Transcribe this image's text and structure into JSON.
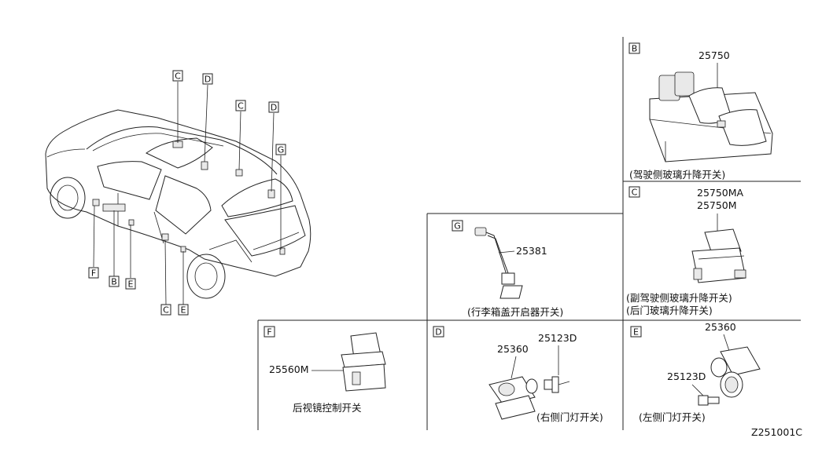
{
  "diagram": {
    "id_code": "Z251001C",
    "overview_labels": {
      "top": [
        "C",
        "D",
        "C",
        "D",
        "G"
      ],
      "bottom": [
        "F",
        "B",
        "E",
        "C",
        "E"
      ]
    },
    "panels": {
      "B": {
        "letter": "B",
        "part": "25750",
        "caption": "(驾驶侧玻璃升降开关)"
      },
      "C": {
        "letter": "C",
        "parts": [
          "25750MA",
          "25750M"
        ],
        "caption_lines": [
          "(副驾驶侧玻璃升降开关)",
          "(后门玻璃升降开关)"
        ]
      },
      "G": {
        "letter": "G",
        "part": "25381",
        "caption": "(行李箱盖开启器开关)"
      },
      "F": {
        "letter": "F",
        "part": "25560M",
        "caption": "后视镜控制开关"
      },
      "D": {
        "letter": "D",
        "parts": [
          "25360",
          "25123D"
        ],
        "caption": "(右侧门灯开关)"
      },
      "E": {
        "letter": "E",
        "parts": [
          "25360",
          "25123D"
        ],
        "caption": "(左侧门灯开关)"
      }
    }
  }
}
